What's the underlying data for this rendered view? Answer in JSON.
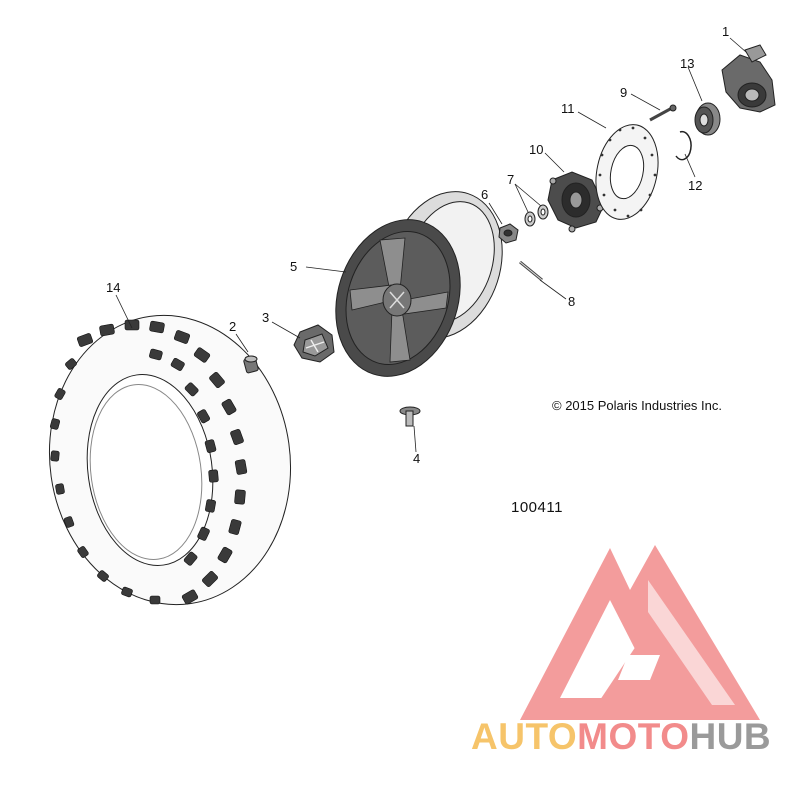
{
  "diagram": {
    "copyright": "© 2015 Polaris Industries Inc.",
    "figure_number": "100411",
    "callouts": [
      {
        "id": "1",
        "part": "knuckle"
      },
      {
        "id": "2",
        "part": "valve-stem"
      },
      {
        "id": "3",
        "part": "center-cap"
      },
      {
        "id": "4",
        "part": "wheel-bolt"
      },
      {
        "id": "5",
        "part": "wheel-rim"
      },
      {
        "id": "6",
        "part": "castle-nut"
      },
      {
        "id": "7",
        "part": "washers"
      },
      {
        "id": "8",
        "part": "cotter-pin"
      },
      {
        "id": "9",
        "part": "brake-disc-bolt"
      },
      {
        "id": "10",
        "part": "wheel-hub"
      },
      {
        "id": "11",
        "part": "brake-disc"
      },
      {
        "id": "12",
        "part": "retaining-ring"
      },
      {
        "id": "13",
        "part": "wheel-bearing"
      },
      {
        "id": "14",
        "part": "tire"
      }
    ]
  },
  "watermark": {
    "brand_part1": "AUTO",
    "brand_part2": "MOTO",
    "brand_part3": "HUB",
    "color_orange": "#f6c46a",
    "color_red": "#f28b8b",
    "color_gray": "#9a9a9a"
  }
}
